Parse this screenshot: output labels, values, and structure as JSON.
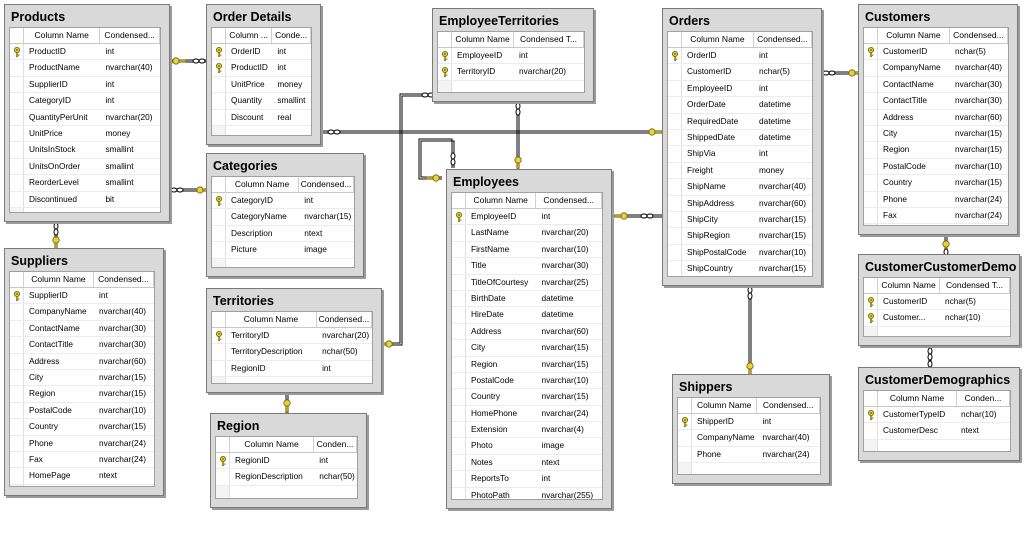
{
  "diagram": {
    "header_labels": {
      "column_name": "Column Name",
      "column_name_short": "Column ...",
      "condensed": "Condensed...",
      "condensed_short": "Conde...",
      "condensed_mid": "Conden...",
      "condensed_type": "Condensed T..."
    },
    "tables": {
      "products": {
        "title": "Products",
        "columns": [
          {
            "name": "ProductID",
            "type": "int",
            "key": true
          },
          {
            "name": "ProductName",
            "type": "nvarchar(40)",
            "key": false
          },
          {
            "name": "SupplierID",
            "type": "int",
            "key": false
          },
          {
            "name": "CategoryID",
            "type": "int",
            "key": false
          },
          {
            "name": "QuantityPerUnit",
            "type": "nvarchar(20)",
            "key": false
          },
          {
            "name": "UnitPrice",
            "type": "money",
            "key": false
          },
          {
            "name": "UnitsInStock",
            "type": "smallint",
            "key": false
          },
          {
            "name": "UnitsOnOrder",
            "type": "smallint",
            "key": false
          },
          {
            "name": "ReorderLevel",
            "type": "smallint",
            "key": false
          },
          {
            "name": "Discontinued",
            "type": "bit",
            "key": false
          }
        ]
      },
      "order_details": {
        "title": "Order Details",
        "columns": [
          {
            "name": "OrderID",
            "type": "int",
            "key": true
          },
          {
            "name": "ProductID",
            "type": "int",
            "key": true
          },
          {
            "name": "UnitPrice",
            "type": "money",
            "key": false
          },
          {
            "name": "Quantity",
            "type": "smallint",
            "key": false
          },
          {
            "name": "Discount",
            "type": "real",
            "key": false
          }
        ]
      },
      "categories": {
        "title": "Categories",
        "columns": [
          {
            "name": "CategoryID",
            "type": "int",
            "key": true
          },
          {
            "name": "CategoryName",
            "type": "nvarchar(15)",
            "key": false
          },
          {
            "name": "Description",
            "type": "ntext",
            "key": false
          },
          {
            "name": "Picture",
            "type": "image",
            "key": false
          }
        ]
      },
      "suppliers": {
        "title": "Suppliers",
        "columns": [
          {
            "name": "SupplierID",
            "type": "int",
            "key": true
          },
          {
            "name": "CompanyName",
            "type": "nvarchar(40)",
            "key": false
          },
          {
            "name": "ContactName",
            "type": "nvarchar(30)",
            "key": false
          },
          {
            "name": "ContactTitle",
            "type": "nvarchar(30)",
            "key": false
          },
          {
            "name": "Address",
            "type": "nvarchar(60)",
            "key": false
          },
          {
            "name": "City",
            "type": "nvarchar(15)",
            "key": false
          },
          {
            "name": "Region",
            "type": "nvarchar(15)",
            "key": false
          },
          {
            "name": "PostalCode",
            "type": "nvarchar(10)",
            "key": false
          },
          {
            "name": "Country",
            "type": "nvarchar(15)",
            "key": false
          },
          {
            "name": "Phone",
            "type": "nvarchar(24)",
            "key": false
          },
          {
            "name": "Fax",
            "type": "nvarchar(24)",
            "key": false
          },
          {
            "name": "HomePage",
            "type": "ntext",
            "key": false
          }
        ]
      },
      "territories": {
        "title": "Territories",
        "columns": [
          {
            "name": "TerritoryID",
            "type": "nvarchar(20)",
            "key": true
          },
          {
            "name": "TerritoryDescription",
            "type": "nchar(50)",
            "key": false
          },
          {
            "name": "RegionID",
            "type": "int",
            "key": false
          }
        ]
      },
      "region": {
        "title": "Region",
        "columns": [
          {
            "name": "RegionID",
            "type": "int",
            "key": true
          },
          {
            "name": "RegionDescription",
            "type": "nchar(50)",
            "key": false
          }
        ]
      },
      "employee_territories": {
        "title": "EmployeeTerritories",
        "columns": [
          {
            "name": "EmployeeID",
            "type": "int",
            "key": true
          },
          {
            "name": "TerritoryID",
            "type": "nvarchar(20)",
            "key": true
          }
        ]
      },
      "employees": {
        "title": "Employees",
        "columns": [
          {
            "name": "EmployeeID",
            "type": "int",
            "key": true
          },
          {
            "name": "LastName",
            "type": "nvarchar(20)",
            "key": false
          },
          {
            "name": "FirstName",
            "type": "nvarchar(10)",
            "key": false
          },
          {
            "name": "Title",
            "type": "nvarchar(30)",
            "key": false
          },
          {
            "name": "TitleOfCourtesy",
            "type": "nvarchar(25)",
            "key": false
          },
          {
            "name": "BirthDate",
            "type": "datetime",
            "key": false
          },
          {
            "name": "HireDate",
            "type": "datetime",
            "key": false
          },
          {
            "name": "Address",
            "type": "nvarchar(60)",
            "key": false
          },
          {
            "name": "City",
            "type": "nvarchar(15)",
            "key": false
          },
          {
            "name": "Region",
            "type": "nvarchar(15)",
            "key": false
          },
          {
            "name": "PostalCode",
            "type": "nvarchar(10)",
            "key": false
          },
          {
            "name": "Country",
            "type": "nvarchar(15)",
            "key": false
          },
          {
            "name": "HomePhone",
            "type": "nvarchar(24)",
            "key": false
          },
          {
            "name": "Extension",
            "type": "nvarchar(4)",
            "key": false
          },
          {
            "name": "Photo",
            "type": "image",
            "key": false
          },
          {
            "name": "Notes",
            "type": "ntext",
            "key": false
          },
          {
            "name": "ReportsTo",
            "type": "int",
            "key": false
          },
          {
            "name": "PhotoPath",
            "type": "nvarchar(255)",
            "key": false
          }
        ]
      },
      "orders": {
        "title": "Orders",
        "columns": [
          {
            "name": "OrderID",
            "type": "int",
            "key": true
          },
          {
            "name": "CustomerID",
            "type": "nchar(5)",
            "key": false
          },
          {
            "name": "EmployeeID",
            "type": "int",
            "key": false
          },
          {
            "name": "OrderDate",
            "type": "datetime",
            "key": false
          },
          {
            "name": "RequiredDate",
            "type": "datetime",
            "key": false
          },
          {
            "name": "ShippedDate",
            "type": "datetime",
            "key": false
          },
          {
            "name": "ShipVia",
            "type": "int",
            "key": false
          },
          {
            "name": "Freight",
            "type": "money",
            "key": false
          },
          {
            "name": "ShipName",
            "type": "nvarchar(40)",
            "key": false
          },
          {
            "name": "ShipAddress",
            "type": "nvarchar(60)",
            "key": false
          },
          {
            "name": "ShipCity",
            "type": "nvarchar(15)",
            "key": false
          },
          {
            "name": "ShipRegion",
            "type": "nvarchar(15)",
            "key": false
          },
          {
            "name": "ShipPostalCode",
            "type": "nvarchar(10)",
            "key": false
          },
          {
            "name": "ShipCountry",
            "type": "nvarchar(15)",
            "key": false
          }
        ]
      },
      "shippers": {
        "title": "Shippers",
        "columns": [
          {
            "name": "ShipperID",
            "type": "int",
            "key": true
          },
          {
            "name": "CompanyName",
            "type": "nvarchar(40)",
            "key": false
          },
          {
            "name": "Phone",
            "type": "nvarchar(24)",
            "key": false
          }
        ]
      },
      "customers": {
        "title": "Customers",
        "columns": [
          {
            "name": "CustomerID",
            "type": "nchar(5)",
            "key": true
          },
          {
            "name": "CompanyName",
            "type": "nvarchar(40)",
            "key": false
          },
          {
            "name": "ContactName",
            "type": "nvarchar(30)",
            "key": false
          },
          {
            "name": "ContactTitle",
            "type": "nvarchar(30)",
            "key": false
          },
          {
            "name": "Address",
            "type": "nvarchar(60)",
            "key": false
          },
          {
            "name": "City",
            "type": "nvarchar(15)",
            "key": false
          },
          {
            "name": "Region",
            "type": "nvarchar(15)",
            "key": false
          },
          {
            "name": "PostalCode",
            "type": "nvarchar(10)",
            "key": false
          },
          {
            "name": "Country",
            "type": "nvarchar(15)",
            "key": false
          },
          {
            "name": "Phone",
            "type": "nvarchar(24)",
            "key": false
          },
          {
            "name": "Fax",
            "type": "nvarchar(24)",
            "key": false
          }
        ]
      },
      "customer_customer_demo": {
        "title": "CustomerCustomerDemo",
        "columns": [
          {
            "name": "CustomerID",
            "type": "nchar(5)",
            "key": true
          },
          {
            "name": "Customer...",
            "type": "nchar(10)",
            "key": true
          }
        ]
      },
      "customer_demographics": {
        "title": "CustomerDemographics",
        "columns": [
          {
            "name": "CustomerTypeID",
            "type": "nchar(10)",
            "key": true
          },
          {
            "name": "CustomerDesc",
            "type": "ntext",
            "key": false
          }
        ]
      }
    },
    "colors": {
      "frame": "#d9d9d9",
      "frame_border": "#7a7a7a",
      "line": "#000000",
      "key_fill": "#e8d23a",
      "key_stroke": "#6b5a00"
    }
  }
}
